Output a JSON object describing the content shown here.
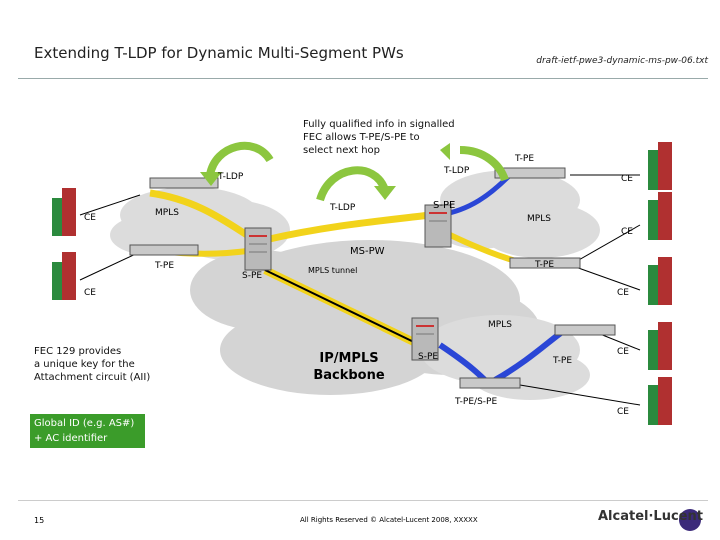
{
  "title": "Extending T-LDP for Dynamic Multi-Segment PWs",
  "reference": "draft-ietf-pwe3-dynamic-ms-pw-06.txt",
  "notes": {
    "fec_info": [
      "Fully qualified info in signalled",
      "FEC allows T-PE/S-PE to",
      "select next hop"
    ],
    "fec129": [
      "FEC 129 provides",
      "a unique key for the",
      "Attachment circuit (AII)"
    ],
    "global_id": [
      "Global ID (e.g. AS#)",
      "+ AC identifier"
    ]
  },
  "labels": {
    "tldp_left": "T-LDP",
    "tldp_right": "T-LDP",
    "tldp_center": "T-LDP",
    "mpls_left": "MPLS",
    "mpls_right": "MPLS",
    "mpls_bottom": "MPLS",
    "ms_pw": "MS-PW",
    "mpls_tunnel": "MPLS tunnel",
    "spe_top": "S-PE",
    "spe_left": "S-PE",
    "spe_bottom": "S-PE",
    "tpe_top_right": "T-PE",
    "tpe_left": "T-PE",
    "tpe_mid_right": "T-PE",
    "tpe_bottom_right": "T-PE",
    "tpe_spe": "T-PE/S-PE",
    "ce_left_1": "CE",
    "ce_left_2": "CE",
    "ce_right_1": "CE",
    "ce_right_2": "CE",
    "ce_right_3": "CE",
    "ce_right_4": "CE",
    "ce_right_5": "CE",
    "backbone": [
      "IP/MPLS",
      "Backbone"
    ]
  },
  "footer": {
    "page": "15",
    "copyright": "All Rights Reserved © Alcatel-Lucent 2008, XXXXX",
    "logo": "Alcatel·Lucent"
  },
  "colors": {
    "green_arrow": "#8cc63f",
    "yellow_pw": "#f2d31b",
    "blue_pw": "#2a46d6",
    "cloud": "#d9d9d9",
    "green_box": "#3b9c2a"
  }
}
